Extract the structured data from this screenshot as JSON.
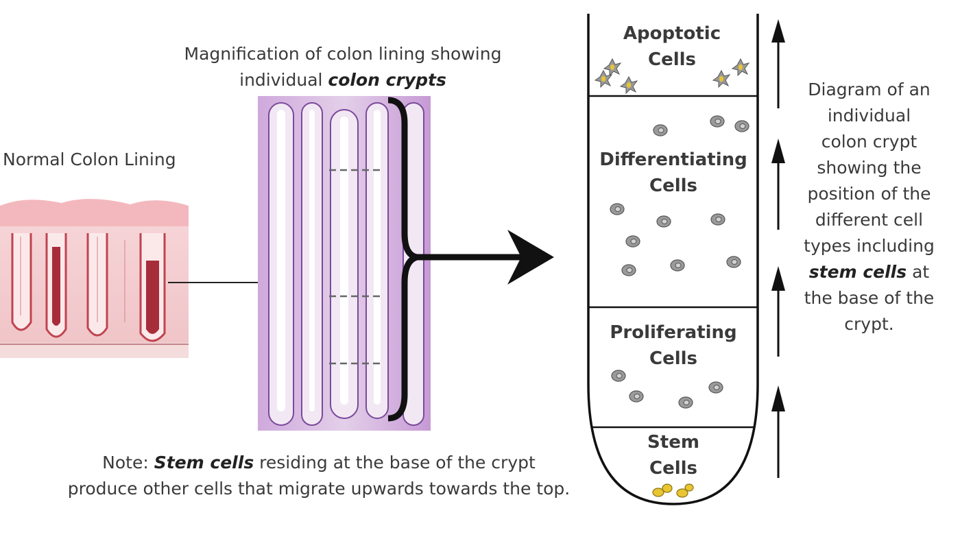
{
  "labels": {
    "normal_colon_lining": "Normal Colon Lining",
    "magnification_line1": "Magnification of colon lining showing",
    "magnification_line2_prefix": "individual ",
    "magnification_line2_bold": "colon crypts",
    "note_prefix": "Note:  ",
    "note_bold": "Stem cells",
    "note_line1_rest": " residing at the base of the crypt",
    "note_line2": "produce other cells that migrate upwards towards the top."
  },
  "crypt_zones": {
    "apoptotic": [
      "Apoptotic",
      "Cells"
    ],
    "differentiating": [
      "Differentiating",
      "Cells"
    ],
    "proliferating": [
      "Proliferating",
      "Cells"
    ],
    "stem": [
      "Stem",
      "Cells"
    ]
  },
  "side_caption": {
    "lines": [
      "Diagram of an",
      "individual",
      "colon crypt",
      "showing the",
      "position of the",
      "different cell",
      "types including"
    ],
    "bold": "stem cells",
    "bold_suffix": " at",
    "tail_lines": [
      "the base of the",
      "crypt."
    ]
  },
  "colors": {
    "tissue_pink": "#f3c9cc",
    "tissue_red": "#c0434f",
    "histology_purple": "#b487c9",
    "stem_cell_yellow": "#e8c531",
    "cell_gray": "#8c8c8c"
  }
}
